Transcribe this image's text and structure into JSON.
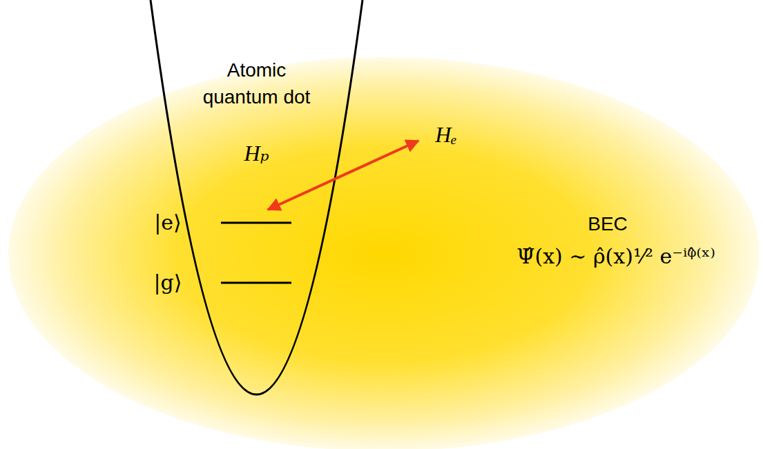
{
  "diagram": {
    "nodes": [
      {
        "text": [
          "BEC",
          "Ψ̂(x) ∼ ρ̂(x)¹⁄² e⁻ⁱᵠ̂⁽ˣ⁾"
        ]
      },
      {
        "text": [
          "Atomic quantum dot",
          "Hₚ"
        ],
        "in": 0
      }
    ],
    "labels": [
      "|e⟩",
      "|g⟩",
      "Hₑ"
    ]
  }
}
